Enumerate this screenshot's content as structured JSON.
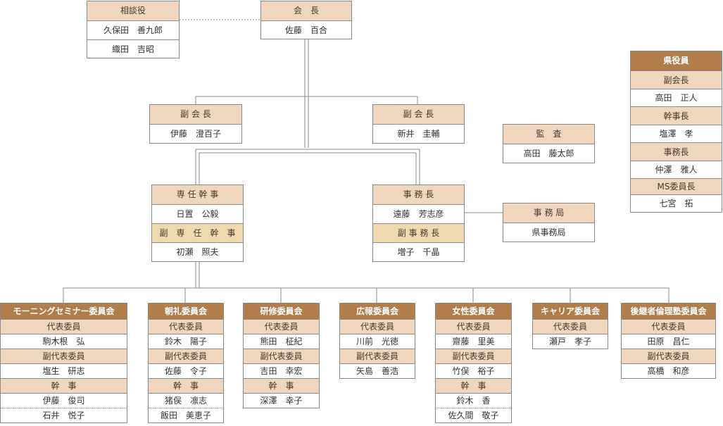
{
  "advisor": {
    "title": "相談役",
    "members": [
      "久保田　善九郎",
      "織田　吉昭"
    ]
  },
  "president": {
    "title": "会　長",
    "name": "佐藤　百合"
  },
  "vp_left": {
    "title": "副 会 長",
    "name": "伊藤　澄百子"
  },
  "vp_right": {
    "title": "副 会 長",
    "name": "新井　圭輔"
  },
  "auditor": {
    "title": "監　査",
    "name": "高田　藤太郎"
  },
  "exec_sec": {
    "title": "専 任 幹 事",
    "name": "日置　公毅",
    "sub_title": "副　専　任　幹　事",
    "sub_name": "初瀬　照夫"
  },
  "sec_gen": {
    "title": "事 務 長",
    "name": "遠藤　芳志彦",
    "sub_title": "副 事 務 長",
    "sub_name": "増子　千晶"
  },
  "office": {
    "title": "事 務 局",
    "name": "県事務局"
  },
  "pref_officers": {
    "title": "県役員",
    "items": [
      {
        "role": "副会長",
        "name": "高田　正人"
      },
      {
        "role": "幹事長",
        "name": "塩澤　孝"
      },
      {
        "role": "事務長",
        "name": "仲澤　雅人"
      },
      {
        "role": "MS委員長",
        "name": "七宮　拓"
      }
    ]
  },
  "committees": [
    {
      "name": "モーニングセミナー委員会",
      "rows": [
        {
          "t": "h",
          "v": "代表委員"
        },
        {
          "t": "n",
          "v": "駒木根　弘"
        },
        {
          "t": "h",
          "v": "副代表委員"
        },
        {
          "t": "n",
          "v": "塩生　研志"
        },
        {
          "t": "h",
          "v": "幹　事"
        },
        {
          "t": "n",
          "v": "伊藤　俊司"
        },
        {
          "t": "nd",
          "v": "石井　悦子"
        }
      ]
    },
    {
      "name": "朝礼委員会",
      "rows": [
        {
          "t": "h",
          "v": "代表委員"
        },
        {
          "t": "n",
          "v": "鈴木　陽子"
        },
        {
          "t": "h",
          "v": "副代表委員"
        },
        {
          "t": "n",
          "v": "佐藤　令子"
        },
        {
          "t": "h",
          "v": "幹　事"
        },
        {
          "t": "n",
          "v": "猪俣　凛志"
        },
        {
          "t": "nd",
          "v": "飯田　美恵子"
        }
      ]
    },
    {
      "name": "研修委員会",
      "rows": [
        {
          "t": "h",
          "v": "代表委員"
        },
        {
          "t": "n",
          "v": "熊田　柾紀"
        },
        {
          "t": "h",
          "v": "副代表委員"
        },
        {
          "t": "n",
          "v": "吉田　幸宏"
        },
        {
          "t": "h",
          "v": "幹　事"
        },
        {
          "t": "n",
          "v": "深澤　幸子"
        }
      ]
    },
    {
      "name": "広報委員会",
      "rows": [
        {
          "t": "h",
          "v": "代表委員"
        },
        {
          "t": "n",
          "v": "川前　光徳"
        },
        {
          "t": "h",
          "v": "副代表委員"
        },
        {
          "t": "n",
          "v": "矢島　善浩"
        }
      ]
    },
    {
      "name": "女性委員会",
      "rows": [
        {
          "t": "h",
          "v": "代表委員"
        },
        {
          "t": "n",
          "v": "齋藤　里美"
        },
        {
          "t": "h",
          "v": "副代表委員"
        },
        {
          "t": "n",
          "v": "竹俣　裕子"
        },
        {
          "t": "h",
          "v": "幹　事"
        },
        {
          "t": "n",
          "v": "鈴木　香"
        },
        {
          "t": "nd",
          "v": "佐久間　敬子"
        }
      ]
    },
    {
      "name": "キャリア委員会",
      "rows": [
        {
          "t": "h",
          "v": "代表委員"
        },
        {
          "t": "n",
          "v": "瀬戸　孝子"
        }
      ]
    },
    {
      "name": "後継者倫理塾委員会",
      "rows": [
        {
          "t": "h",
          "v": "代表委員"
        },
        {
          "t": "n",
          "v": "田原　昌仁"
        },
        {
          "t": "h",
          "v": "副代表委員"
        },
        {
          "t": "n",
          "v": "高橋　和彦"
        }
      ]
    }
  ]
}
